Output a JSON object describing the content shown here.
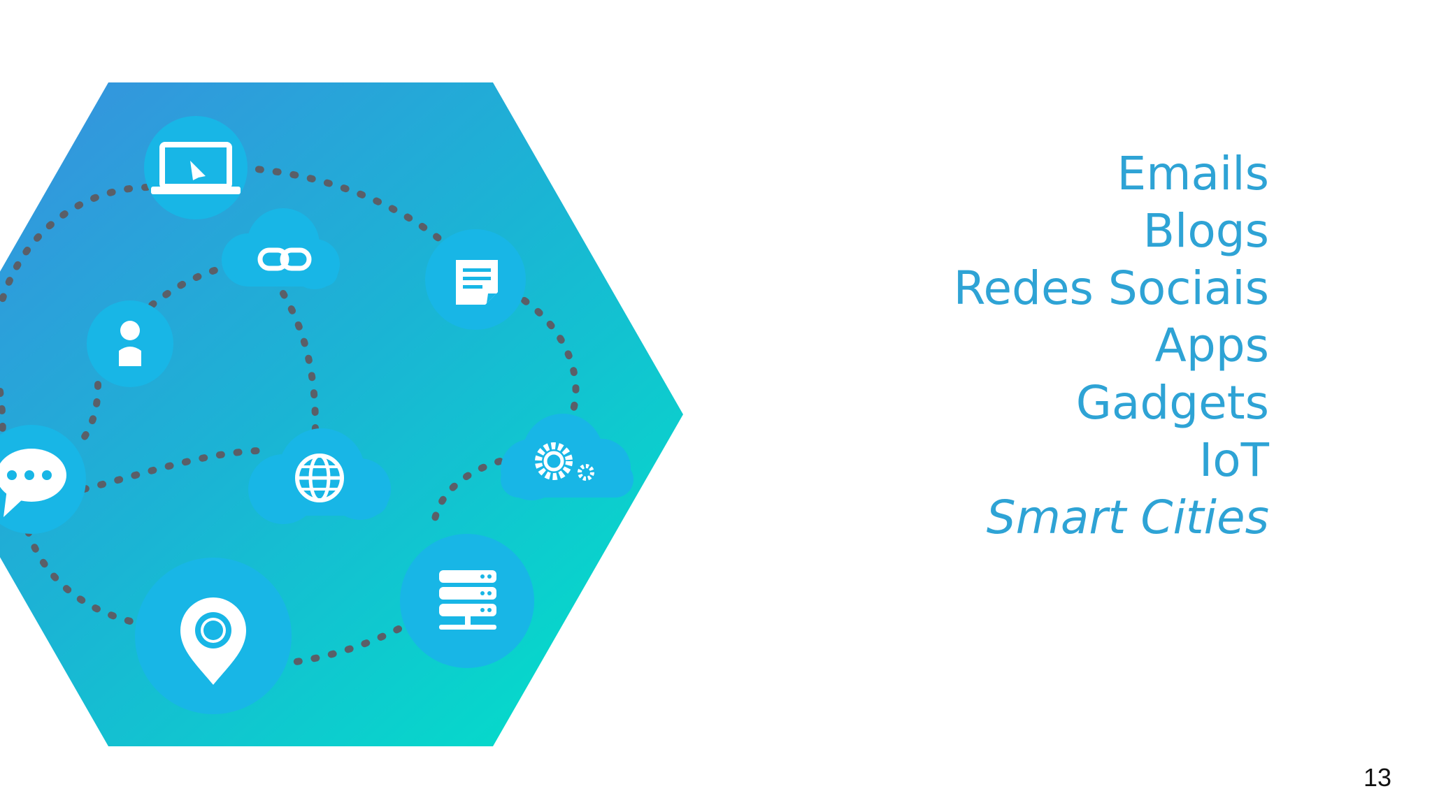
{
  "slide": {
    "topics": [
      {
        "label": "Emails",
        "italic": false
      },
      {
        "label": "Blogs",
        "italic": false
      },
      {
        "label": "Redes Sociais",
        "italic": false
      },
      {
        "label": "Apps",
        "italic": false
      },
      {
        "label": "Gadgets",
        "italic": false
      },
      {
        "label": "IoT",
        "italic": false
      },
      {
        "label": "Smart Cities",
        "italic": true
      }
    ],
    "page_number": "13",
    "colors": {
      "text_accent": "#2ea3d5",
      "hex_gradient_start": "#3b8de0",
      "hex_gradient_end": "#00e0c9",
      "icon_circle": "#18b6e6",
      "dotted_line": "#5a5f68"
    },
    "icons": [
      "laptop-icon",
      "link-icon",
      "document-icon",
      "user-icon",
      "chat-bubble-icon",
      "globe-icon",
      "gears-icon",
      "location-pin-icon",
      "server-icon"
    ]
  }
}
